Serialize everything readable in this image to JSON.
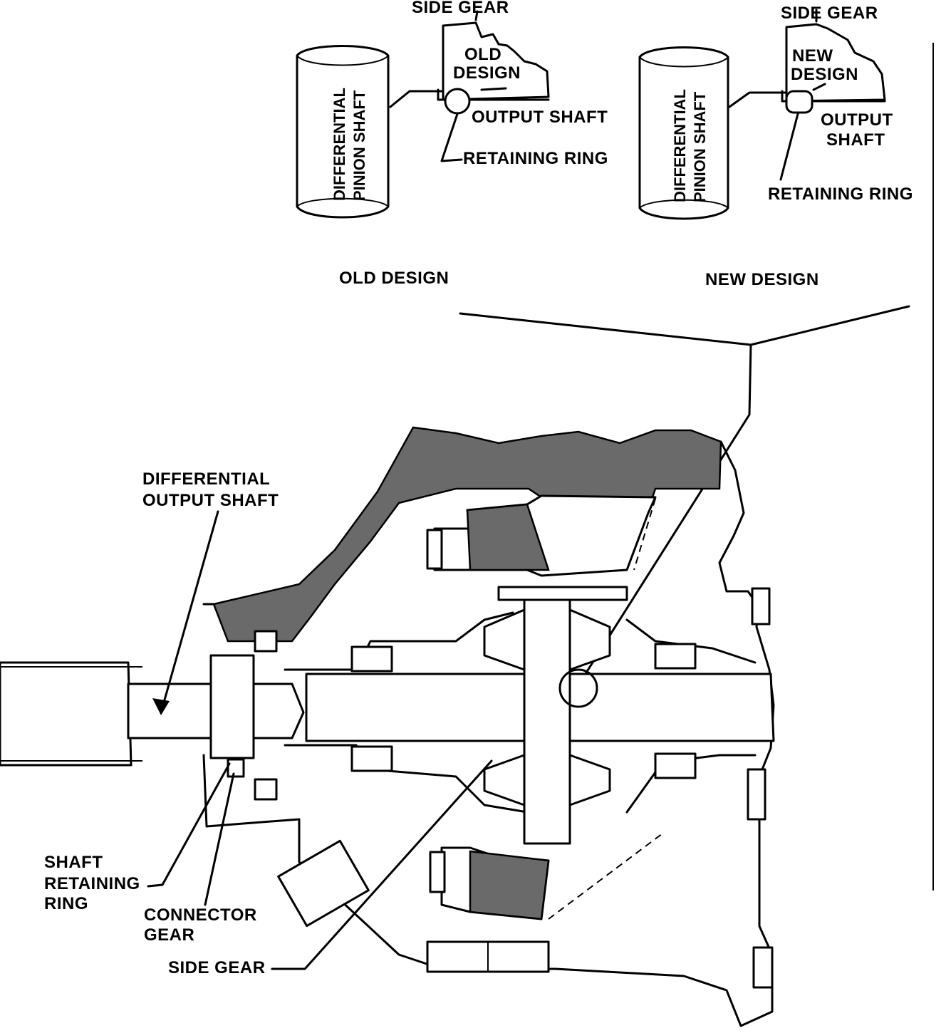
{
  "insets": {
    "old": {
      "side_gear": "SIDE GEAR",
      "design_line1": "OLD",
      "design_line2": "DESIGN",
      "shaft_line1": "DIFFERENTIAL",
      "shaft_line2": "PINION SHAFT",
      "output_shaft": "OUTPUT SHAFT",
      "retaining_ring": "RETAINING RING"
    },
    "new": {
      "side_gear": "SIDE GEAR",
      "design_line1": "NEW",
      "design_line2": "DESIGN",
      "shaft_line1": "DIFFERENTIAL",
      "shaft_line2": "PINION SHAFT",
      "output_line1": "OUTPUT",
      "output_line2": "SHAFT",
      "retaining_ring": "RETAINING RING"
    }
  },
  "captions": {
    "old_design": "OLD DESIGN",
    "new_design": "NEW DESIGN"
  },
  "callouts": {
    "diff_output_line1": "DIFFERENTIAL",
    "diff_output_line2": "OUTPUT SHAFT",
    "shaft_retaining_line1": "SHAFT",
    "shaft_retaining_line2": "RETAINING",
    "shaft_retaining_line3": "RING",
    "connector_line1": "CONNECTOR",
    "connector_line2": "GEAR",
    "side_gear": "SIDE GEAR"
  }
}
